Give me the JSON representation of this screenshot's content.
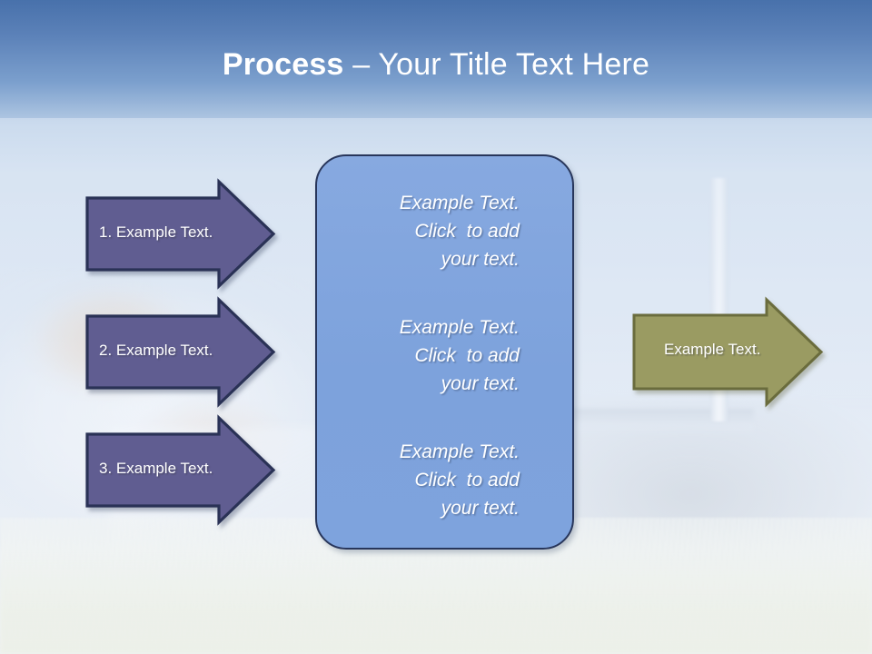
{
  "slide": {
    "title": {
      "bold_part": "Process",
      "rest_part": " – Your Title Text Here",
      "full": "Process – Your Title Text Here"
    },
    "colors": {
      "title_text": "#ffffff",
      "header_gradient_top": "#4871ab",
      "header_gradient_bottom": "#d8e4f2",
      "step_arrow_fill": "#605d91",
      "step_arrow_border": "#2b3356",
      "result_arrow_fill": "#9a9b62",
      "result_arrow_border": "#6b6c3d",
      "panel_fill": "#7fa4dd",
      "panel_border": "#28365b"
    },
    "steps": [
      {
        "label": "1. Example Text."
      },
      {
        "label": "2. Example Text."
      },
      {
        "label": "3. Example Text."
      }
    ],
    "panel": {
      "blocks": [
        {
          "line1": "Example Text.",
          "line2": "Click  to add",
          "line3": "your text."
        },
        {
          "line1": "Example Text.",
          "line2": "Click  to add",
          "line3": "your text."
        },
        {
          "line1": "Example Text.",
          "line2": "Click  to add",
          "line3": "your text."
        }
      ]
    },
    "result": {
      "label": "Example Text."
    }
  }
}
